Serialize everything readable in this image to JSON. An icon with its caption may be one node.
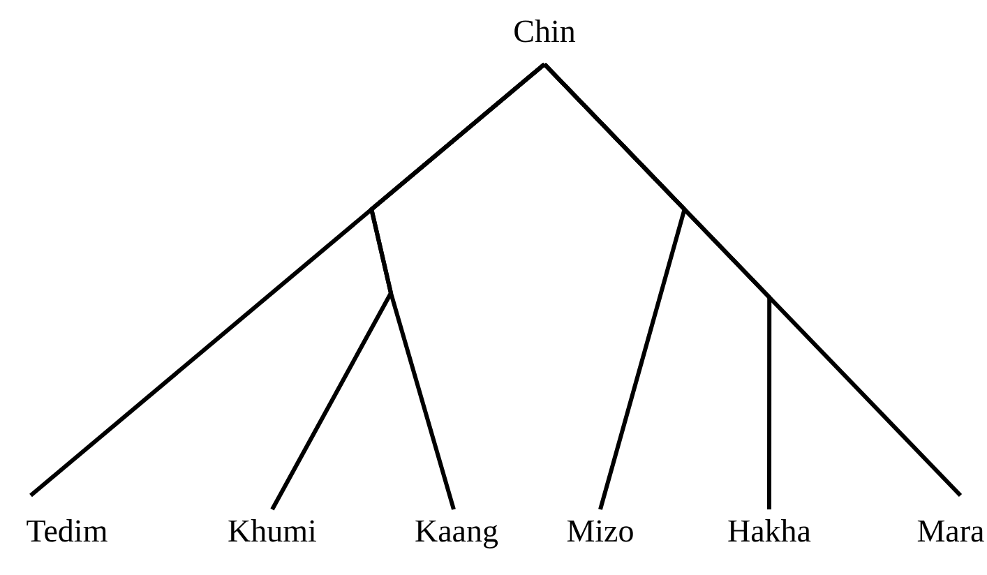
{
  "diagram": {
    "nodes": [
      {
        "text": [
          "Chin"
        ]
      },
      {
        "text": [
          "Tedim"
        ]
      },
      {
        "text": [
          "Khumi"
        ]
      },
      {
        "text": [
          "Kaang"
        ]
      },
      {
        "text": [
          "Mizo"
        ]
      },
      {
        "text": [
          "Hakha"
        ]
      },
      {
        "text": [
          "Mara"
        ]
      }
    ],
    "edges": [
      {
        "from": 0,
        "to": 1,
        "arrow": "none"
      },
      {
        "from": 0,
        "to": 2,
        "arrow": "none"
      },
      {
        "from": 0,
        "to": 3,
        "arrow": "none"
      },
      {
        "from": 0,
        "to": 4,
        "arrow": "none"
      },
      {
        "from": 0,
        "to": 5,
        "arrow": "none"
      },
      {
        "from": 0,
        "to": 6,
        "arrow": "none"
      }
    ]
  }
}
